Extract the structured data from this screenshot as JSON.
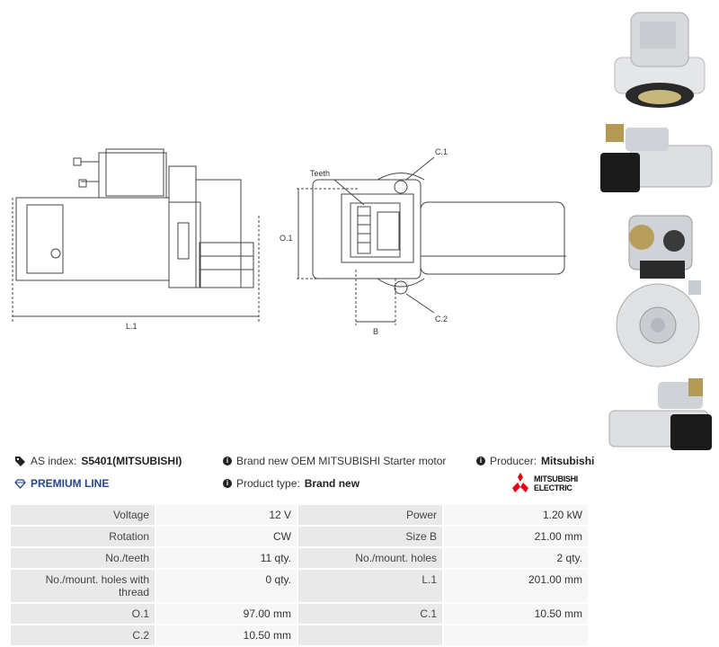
{
  "drawing": {
    "labels": {
      "l1": "L.1",
      "o1": "O.1",
      "teeth": "Teeth",
      "c1": "C.1",
      "c2": "C.2",
      "b": "B"
    }
  },
  "info": {
    "as_index_label": "AS index:",
    "as_index_value": "S5401(MITSUBISHI)",
    "description": "Brand new OEM MITSUBISHI Starter motor",
    "producer_label": "Producer:",
    "producer_value": "Mitsubishi",
    "premium_line": "PREMIUM LINE",
    "product_type_label": "Product type:",
    "product_type_value": "Brand new",
    "logo_text_line1": "MITSUBISHI",
    "logo_text_line2": "ELECTRIC"
  },
  "specs": [
    {
      "label_a": "Voltage",
      "value_a": "12 V",
      "label_b": "Power",
      "value_b": "1.20 kW"
    },
    {
      "label_a": "Rotation",
      "value_a": "CW",
      "label_b": "Size B",
      "value_b": "21.00 mm"
    },
    {
      "label_a": "No./teeth",
      "value_a": "11 qty.",
      "label_b": "No./mount. holes",
      "value_b": "2 qty."
    },
    {
      "label_a": "No./mount. holes with thread",
      "value_a": "0 qty.",
      "label_b": "L.1",
      "value_b": "201.00 mm"
    },
    {
      "label_a": "O.1",
      "value_a": "97.00 mm",
      "label_b": "C.1",
      "value_b": "10.50 mm"
    },
    {
      "label_a": "C.2",
      "value_a": "10.50 mm",
      "label_b": "",
      "value_b": ""
    }
  ],
  "icons": {
    "tag": "tag-icon",
    "diamond": "diamond-icon",
    "info": "info-icon",
    "logo": "mitsubishi-logo"
  }
}
